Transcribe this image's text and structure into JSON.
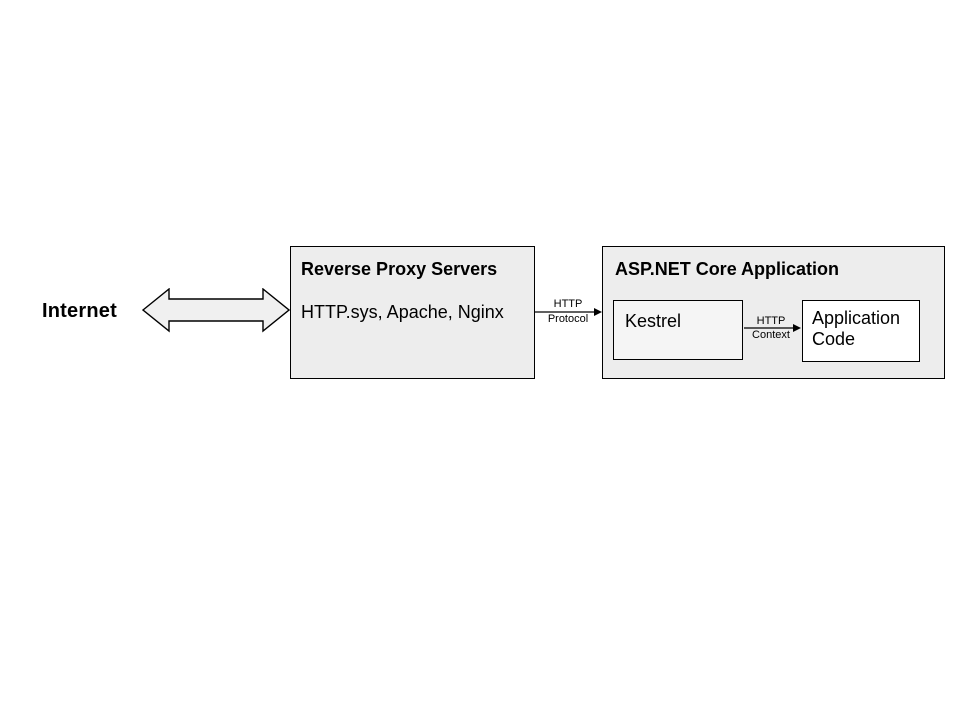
{
  "internet_label": "Internet",
  "reverse_proxy": {
    "title": "Reverse Proxy Servers",
    "body": "HTTP.sys, Apache, Nginx"
  },
  "aspnet": {
    "title": "ASP.NET Core Application",
    "kestrel_label": "Kestrel",
    "app_code_label": "Application Code"
  },
  "labels": {
    "http_protocol_line1": "HTTP",
    "http_protocol_line2": "Protocol",
    "http_context_line1": "HTTP",
    "http_context_line2": "Context"
  },
  "colors": {
    "background": "#ffffff",
    "border": "#000000",
    "text": "#000000",
    "box-fill": "#ededed",
    "kestrel-fill": "#f5f5f5",
    "app-code-fill": "#ffffff",
    "arrow-fill": "#f0f0f0"
  }
}
